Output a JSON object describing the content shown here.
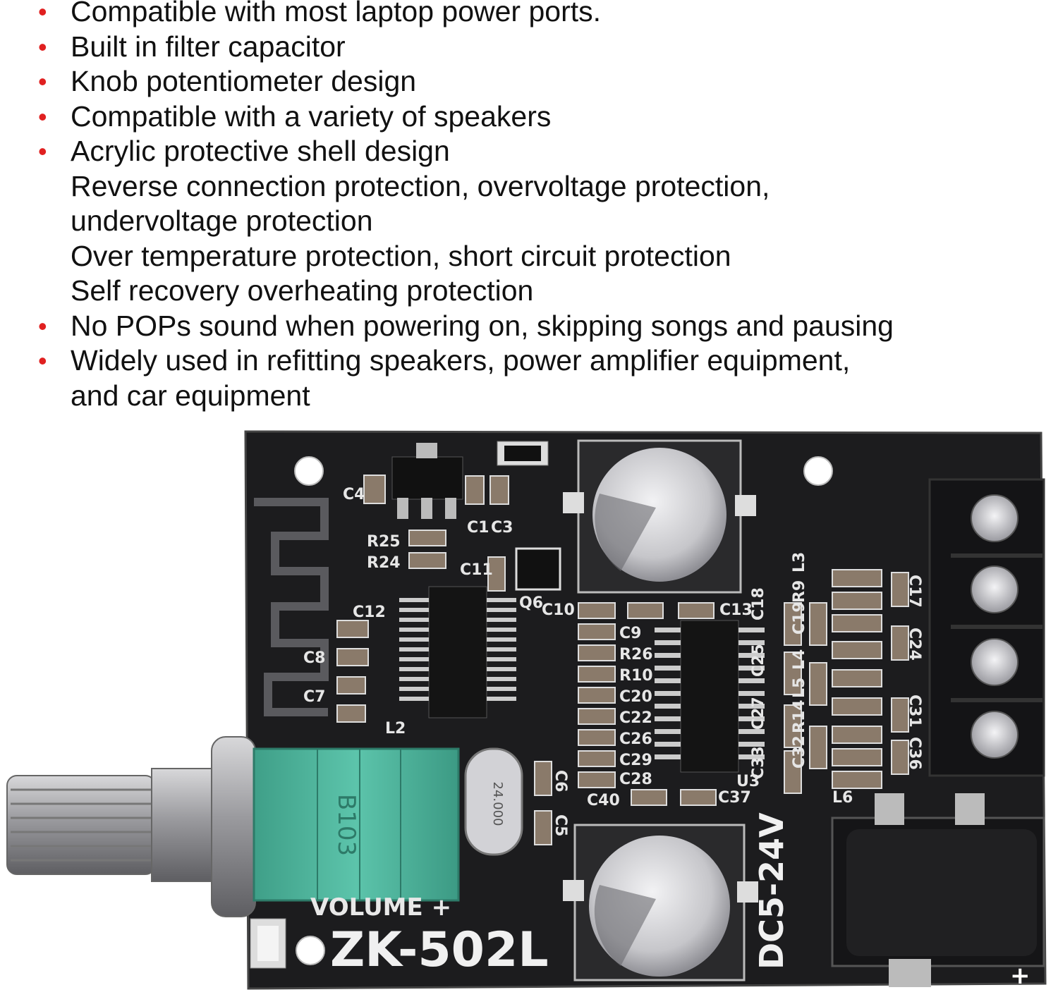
{
  "features": [
    {
      "bullet": true,
      "text": "Compatible with most laptop power ports."
    },
    {
      "bullet": true,
      "text": "Built in filter capacitor"
    },
    {
      "bullet": true,
      "text": "Knob potentiometer design"
    },
    {
      "bullet": true,
      "text": "Compatible with a variety of speakers"
    },
    {
      "bullet": true,
      "text": "Acrylic protective shell design"
    },
    {
      "bullet": false,
      "text": "Reverse connection protection, overvoltage protection,"
    },
    {
      "bullet": false,
      "text": "undervoltage protection"
    },
    {
      "bullet": false,
      "text": "Over temperature protection, short circuit protection"
    },
    {
      "bullet": false,
      "text": "Self recovery overheating protection"
    },
    {
      "bullet": true,
      "text": "No POPs sound when powering on, skipping songs and pausing"
    },
    {
      "bullet": true,
      "text": "Widely used in refitting speakers, power amplifier equipment,"
    },
    {
      "bullet": false,
      "text": "and car  equipment"
    }
  ],
  "bullet_glyph": "•",
  "board": {
    "model": "ZK-502L",
    "voltage": "DC5-24V",
    "volume_label": "VOLUME +",
    "pot_marking": "B103",
    "crystal_marking": "24.000",
    "plus_mark": "+",
    "labels": [
      "C4",
      "C1",
      "C3",
      "R25",
      "R24",
      "C11",
      "C12",
      "Q6",
      "C10",
      "C13",
      "C9",
      "R26",
      "R10",
      "C20",
      "C22",
      "C26",
      "C29",
      "C28",
      "C40",
      "C37",
      "C8",
      "C7",
      "L2",
      "C18",
      "C19",
      "R9",
      "L3",
      "C25",
      "L4",
      "L5",
      "C27",
      "R14",
      "C32",
      "C33",
      "U3",
      "C17",
      "C24",
      "C31",
      "C36",
      "L6",
      "C6",
      "C5"
    ],
    "colors": {
      "pcb": "#1c1c1e",
      "pot": "#4fb8a0",
      "cap": "#c8c8cc",
      "terminal": "#141416",
      "text": "#e8e8e8"
    }
  }
}
